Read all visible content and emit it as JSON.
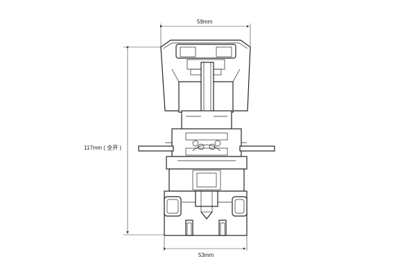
{
  "dimensions": {
    "top_width": "59mm",
    "bottom_width": "53mm",
    "height": "117mm ( 全开 )"
  },
  "colors": {
    "line": "#222222",
    "background": "#ffffff"
  }
}
